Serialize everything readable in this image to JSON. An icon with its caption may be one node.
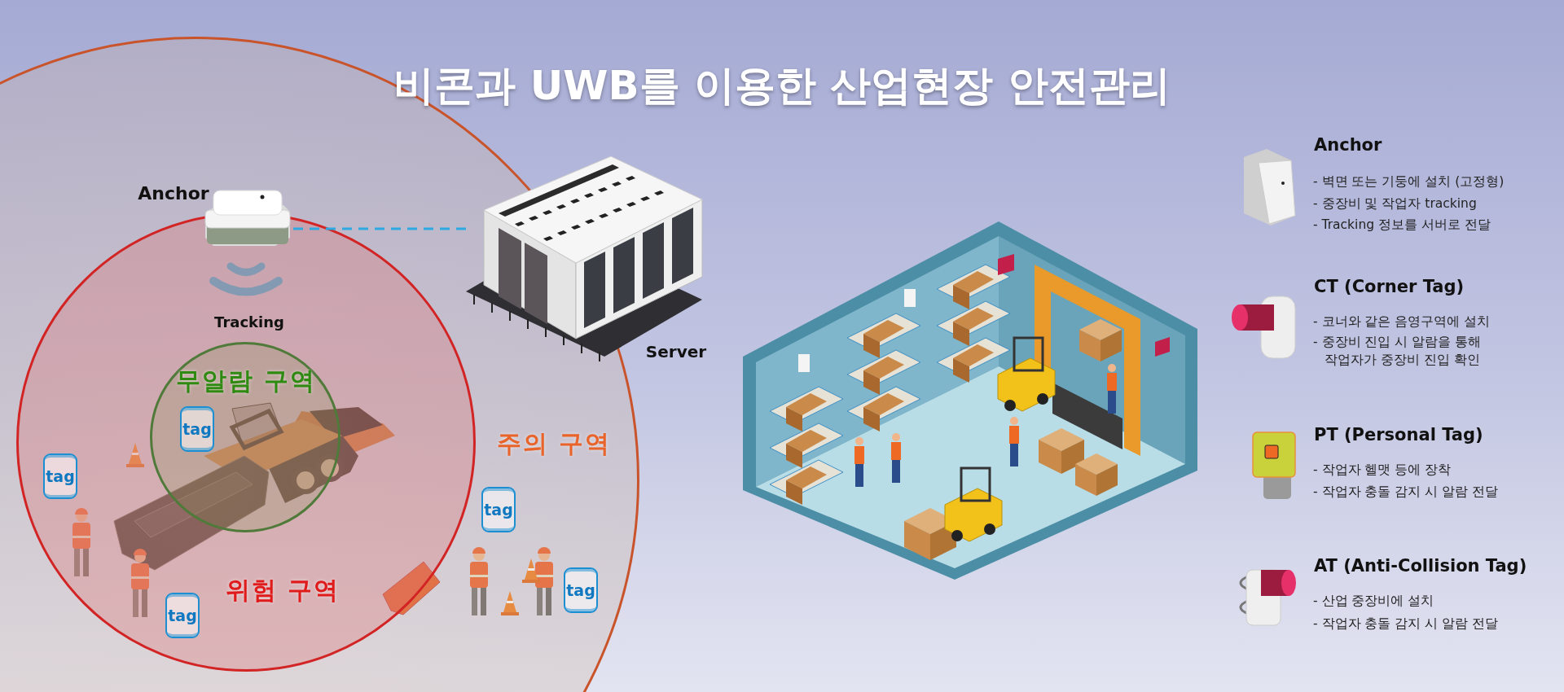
{
  "diagram": {
    "title": "비콘과 UWB를 이용한 산업현장 안전관리",
    "nodes": [
      {
        "text": [
          "주의 구역"
        ]
      },
      {
        "text": [
          "위험 구역"
        ],
        "in": 0
      },
      {
        "text": [
          "무알람 구역"
        ],
        "in": 1
      },
      {
        "text": [],
        "shape": "picture",
        "beside": [
          "Anchor"
        ],
        "in": 0
      },
      {
        "text": [],
        "shape": "picture",
        "beside": [
          "Server"
        ]
      },
      {
        "text": [
          "tag"
        ],
        "in": 2
      },
      {
        "text": [
          "tag"
        ],
        "in": 1
      },
      {
        "text": [
          "tag"
        ],
        "in": 1
      },
      {
        "text": [
          "tag"
        ],
        "in": 0
      },
      {
        "text": [
          "tag"
        ],
        "in": 0
      }
    ],
    "edges": [
      {
        "from": 3,
        "to": 4,
        "arrow": "none",
        "style": "dashed"
      }
    ],
    "labels": [
      "Tracking",
      "Anchor",
      "- 벽면 또는 기둥에 설치 (고정형)",
      "- 중장비 및 작업자 tracking",
      "- Tracking 정보를 서버로 전달",
      "CT (Corner Tag)",
      "- 코너와 같은 음영구역에 설치",
      "- 중장비 진입 시 알람을 통해 작업자가 중장비 진입 확인",
      "PT (Personal Tag)",
      "- 작업자 헬맷 등에 장착",
      "- 작업자 충돌 감지 시 알람 전달",
      "AT (Anti-Collision Tag)",
      "- 산업 중장비에 설치",
      "- 작업자 충돌 감지 시 알람 전달"
    ]
  }
}
